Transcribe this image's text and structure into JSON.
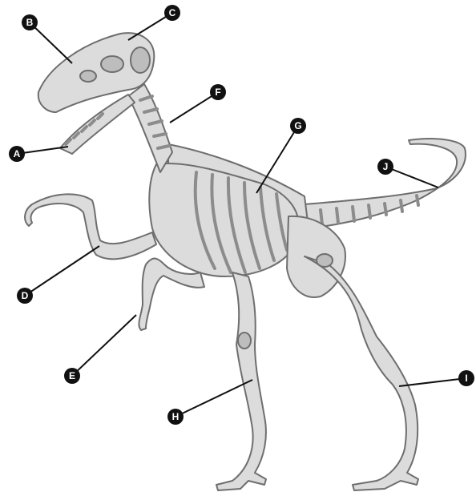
{
  "diagram": {
    "subject_image": "skeleton",
    "callouts": [
      {
        "id": "A",
        "text": "A"
      },
      {
        "id": "B",
        "text": "B"
      },
      {
        "id": "C",
        "text": "C"
      },
      {
        "id": "D",
        "text": "D"
      },
      {
        "id": "E",
        "text": "E"
      },
      {
        "id": "F",
        "text": "F"
      },
      {
        "id": "G",
        "text": "G"
      },
      {
        "id": "H",
        "text": "H"
      },
      {
        "id": "I",
        "text": "I"
      },
      {
        "id": "J",
        "text": "J"
      }
    ]
  }
}
